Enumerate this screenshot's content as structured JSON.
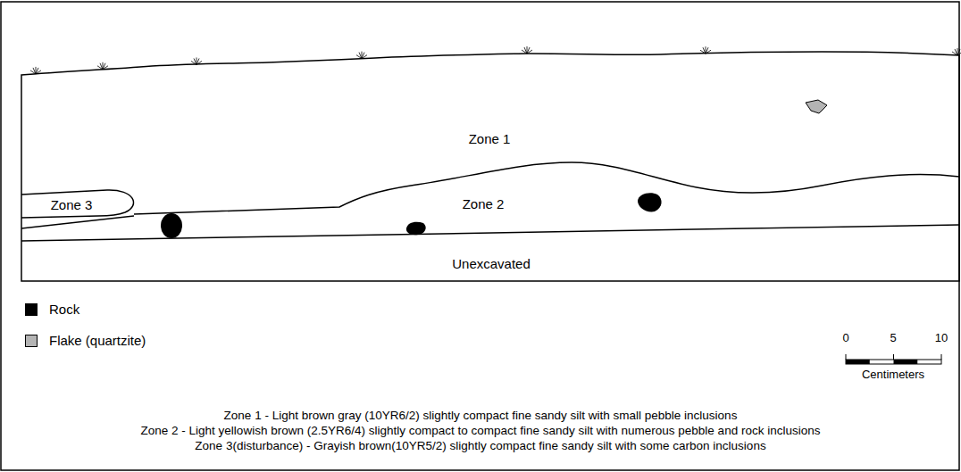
{
  "diagram": {
    "nodes": [
      {
        "text": [
          "Zone 1"
        ]
      },
      {
        "text": [
          "Zone 3"
        ]
      },
      {
        "text": [
          "Zone 2"
        ]
      },
      {
        "text": [
          "Unexcavated"
        ]
      }
    ],
    "labels": [
      "0",
      "5",
      "10",
      "Centimeters",
      "Zone 1 - Light brown gray (10YR6/2) slightly compact fine sandy silt with small pebble inclusions",
      "Zone 2 - Light yellowish brown (2.5YR6/4) slightly compact to compact fine sandy silt with numerous pebble and rock inclusions",
      "Zone 3(disturbance) - Grayish brown(10YR5/2) slightly compact fine sandy silt with some carbon inclusions"
    ],
    "legend": [
      {
        "text": "Rock",
        "color": "#000000"
      },
      {
        "text": "Flake (quartzite)",
        "color": "#b4b4b4"
      }
    ]
  }
}
